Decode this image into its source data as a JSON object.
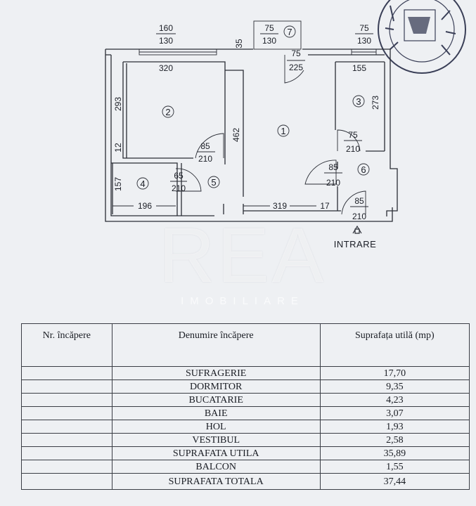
{
  "plan": {
    "dimensions": {
      "top_left_window": [
        "160",
        "130"
      ],
      "wall_35": "35",
      "balcony_top": [
        "75",
        "130"
      ],
      "balcony_door": [
        "75",
        "225"
      ],
      "top_right_window": [
        "75",
        "130"
      ],
      "dormitor_width": "320",
      "dormitor_height": "293",
      "dormitor_gap": "12",
      "dormitor_door": [
        "85",
        "210"
      ],
      "living_height": "462",
      "kitchen_width": "155",
      "kitchen_height": "273",
      "kitchen_door": [
        "75",
        "210"
      ],
      "hol_door": [
        "85",
        "210"
      ],
      "baie_door": [
        "65",
        "210"
      ],
      "baie_height": "157",
      "baie_width": "196",
      "living_width": "319",
      "right_gap": "17",
      "entrance_door": [
        "85",
        "210"
      ]
    },
    "room_numbers": [
      "1",
      "2",
      "3",
      "4",
      "5",
      "6",
      "7"
    ],
    "entrance_label": "INTRARE"
  },
  "watermark": {
    "logo": "REA",
    "subtitle": "IMOBILIARE"
  },
  "table": {
    "headers": {
      "nr": "Nr. încăpere",
      "name": "Denumire încăpere",
      "area": "Suprafața utilă (mp)"
    },
    "rows": [
      {
        "nr": "",
        "name": "SUFRAGERIE",
        "area": "17,70"
      },
      {
        "nr": "",
        "name": "DORMITOR",
        "area": "9,35"
      },
      {
        "nr": "",
        "name": "BUCATARIE",
        "area": "4,23"
      },
      {
        "nr": "",
        "name": "BAIE",
        "area": "3,07"
      },
      {
        "nr": "",
        "name": "HOL",
        "area": "1,93"
      },
      {
        "nr": "",
        "name": "VESTIBUL",
        "area": "2,58"
      },
      {
        "nr": "",
        "name": "SUPRAFATA UTILA",
        "area": "35,89"
      },
      {
        "nr": "",
        "name": "BALCON",
        "area": "1,55"
      },
      {
        "nr": "",
        "name": "SUPRAFATA TOTALA",
        "area": "37,44"
      }
    ]
  },
  "colors": {
    "paper": "#eef0f3",
    "ink": "#1a1d24",
    "stamp": "#3a3f57"
  }
}
